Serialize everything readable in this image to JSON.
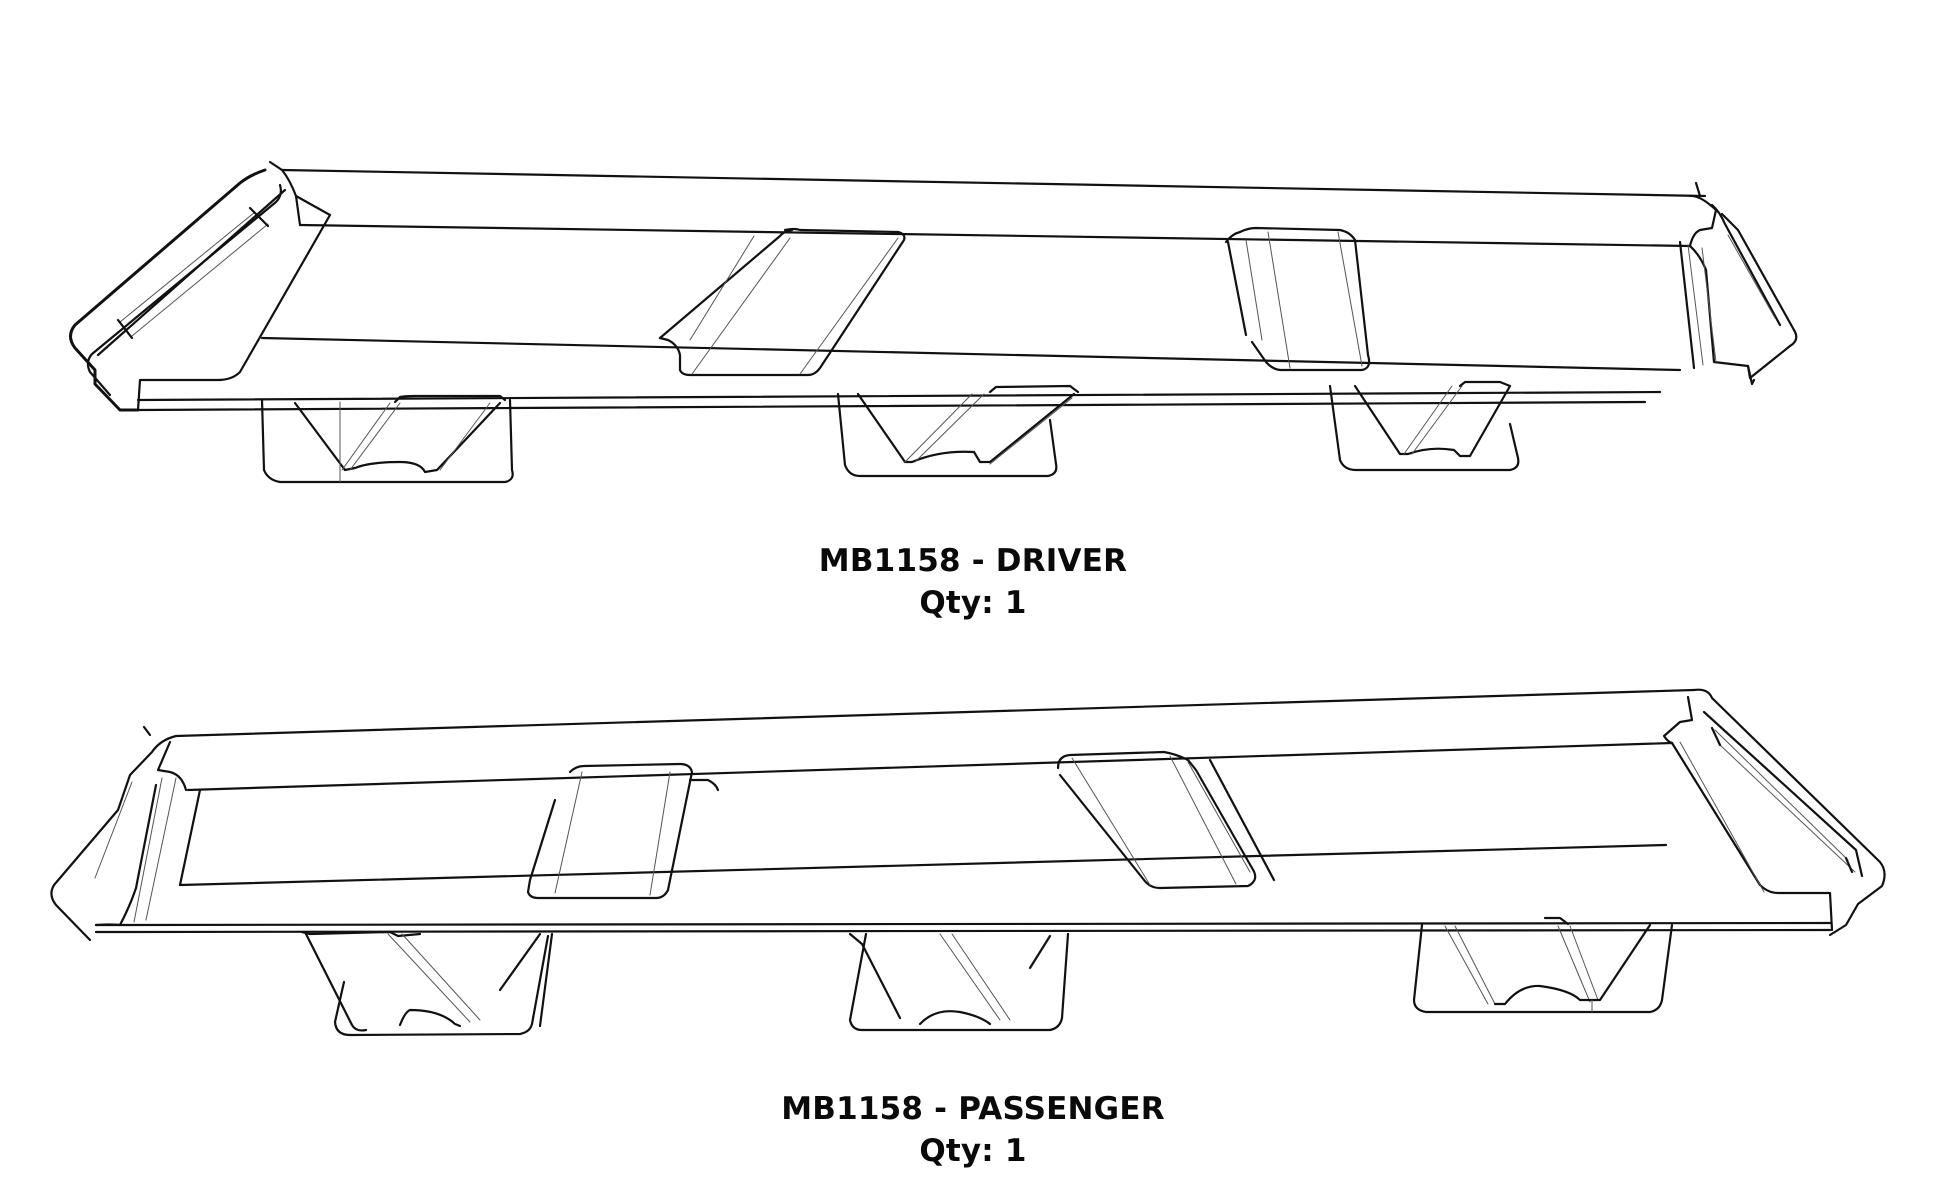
{
  "parts": [
    {
      "id": "driver",
      "part_number": "MB1158",
      "side": "DRIVER",
      "title": "MB1158 - DRIVER",
      "quantity_label": "Qty: 1",
      "quantity": 1,
      "tabs": 3,
      "cross_braces": 2
    },
    {
      "id": "passenger",
      "part_number": "MB1158",
      "side": "PASSENGER",
      "title": "MB1158 - PASSENGER",
      "quantity_label": "Qty: 1",
      "quantity": 1,
      "tabs": 3,
      "cross_braces": 2
    }
  ],
  "colors": {
    "background": "#ffffff",
    "line": "#111111",
    "hairline": "#555555",
    "text": "#0a0a0a"
  }
}
